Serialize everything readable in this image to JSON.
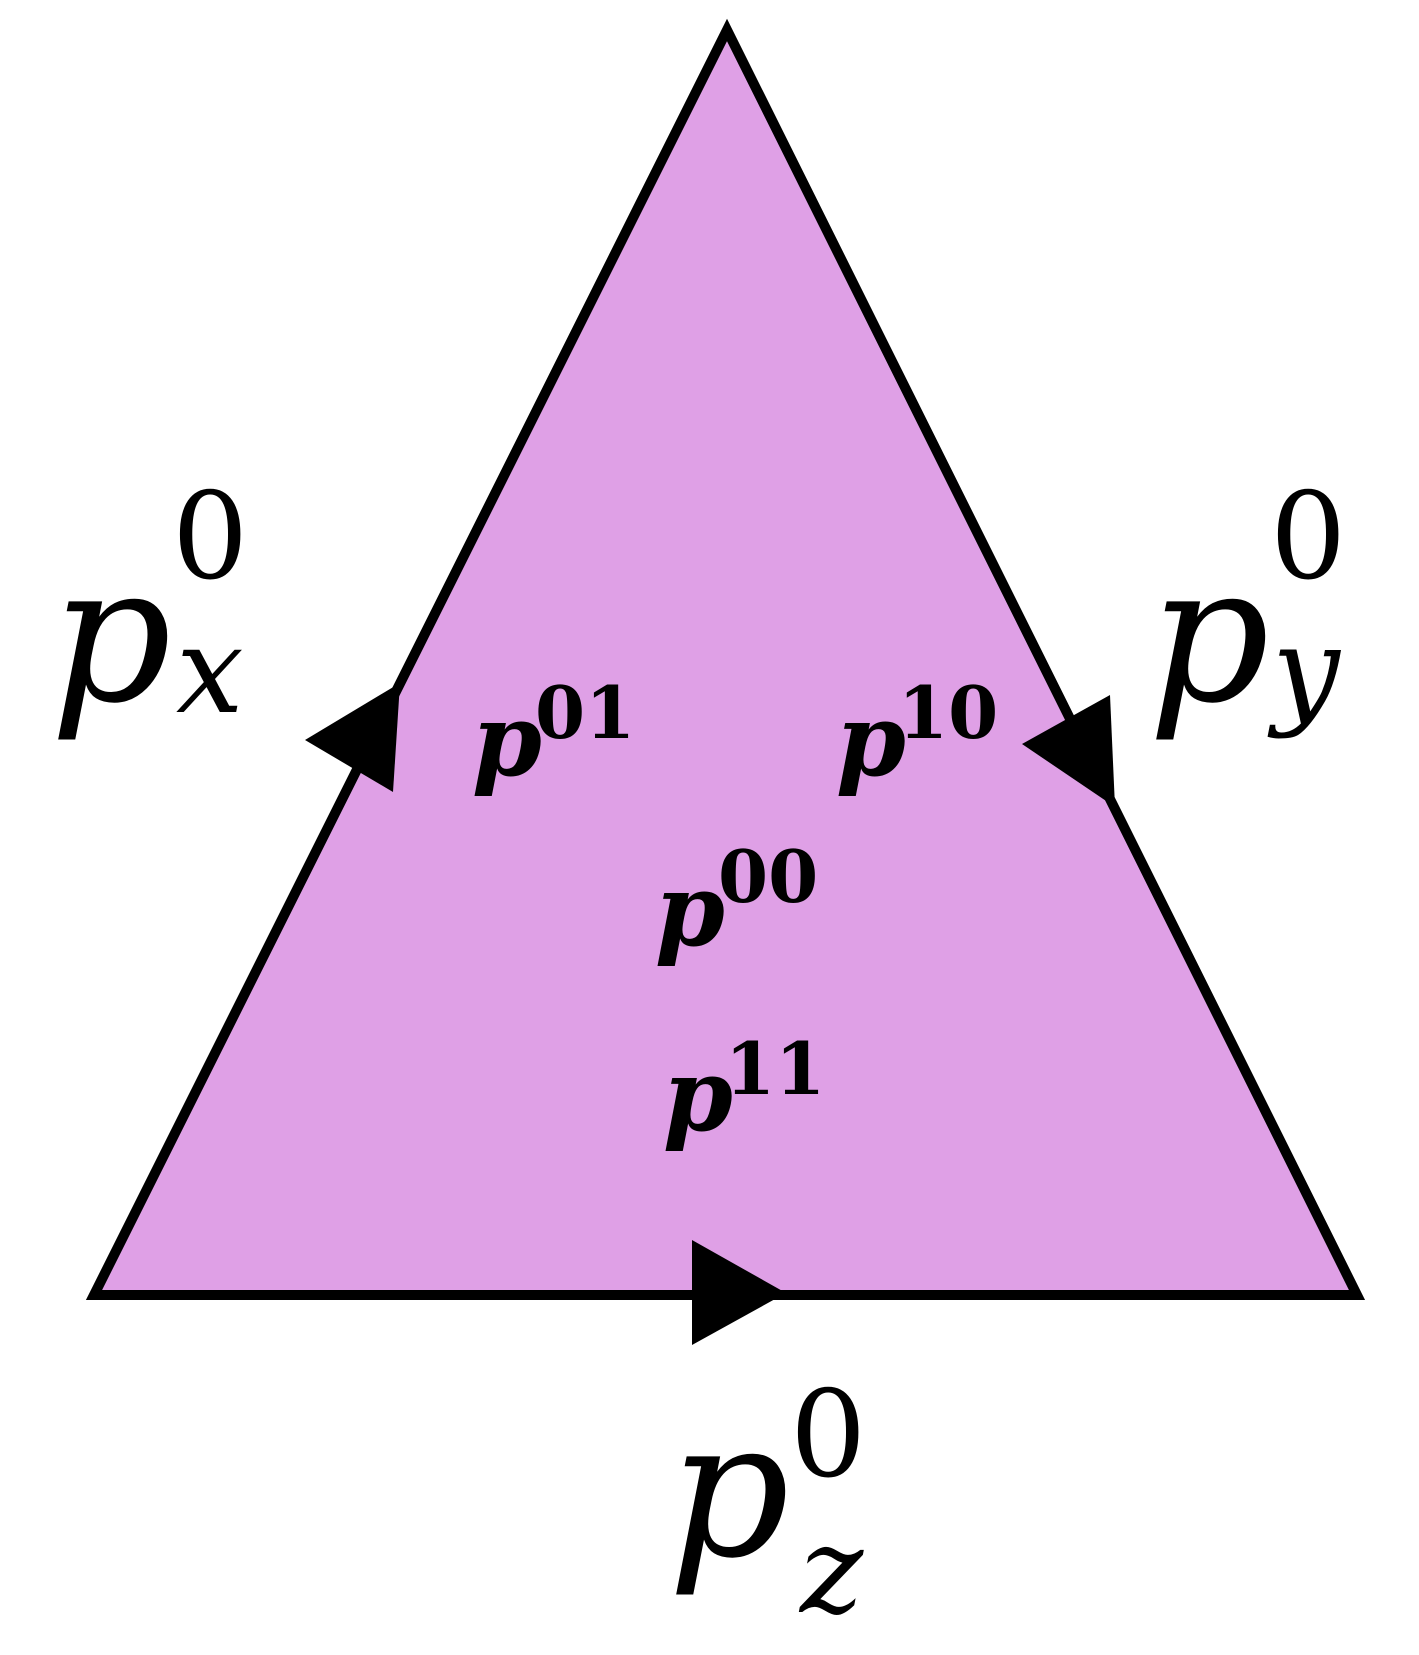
{
  "colors": {
    "fill": "#dfa0e6",
    "stroke": "#000000"
  },
  "edges": {
    "left": {
      "base": "p",
      "sub": "x",
      "sup": "0",
      "arrow_direction": "up"
    },
    "right": {
      "base": "p",
      "sub": "y",
      "sup": "0",
      "arrow_direction": "down"
    },
    "bottom": {
      "base": "p",
      "sub": "z",
      "sup": "0",
      "arrow_direction": "right"
    }
  },
  "faces": [
    {
      "base": "p",
      "sup": "01"
    },
    {
      "base": "p",
      "sup": "10"
    },
    {
      "base": "p",
      "sup": "00"
    },
    {
      "base": "p",
      "sup": "11"
    }
  ]
}
